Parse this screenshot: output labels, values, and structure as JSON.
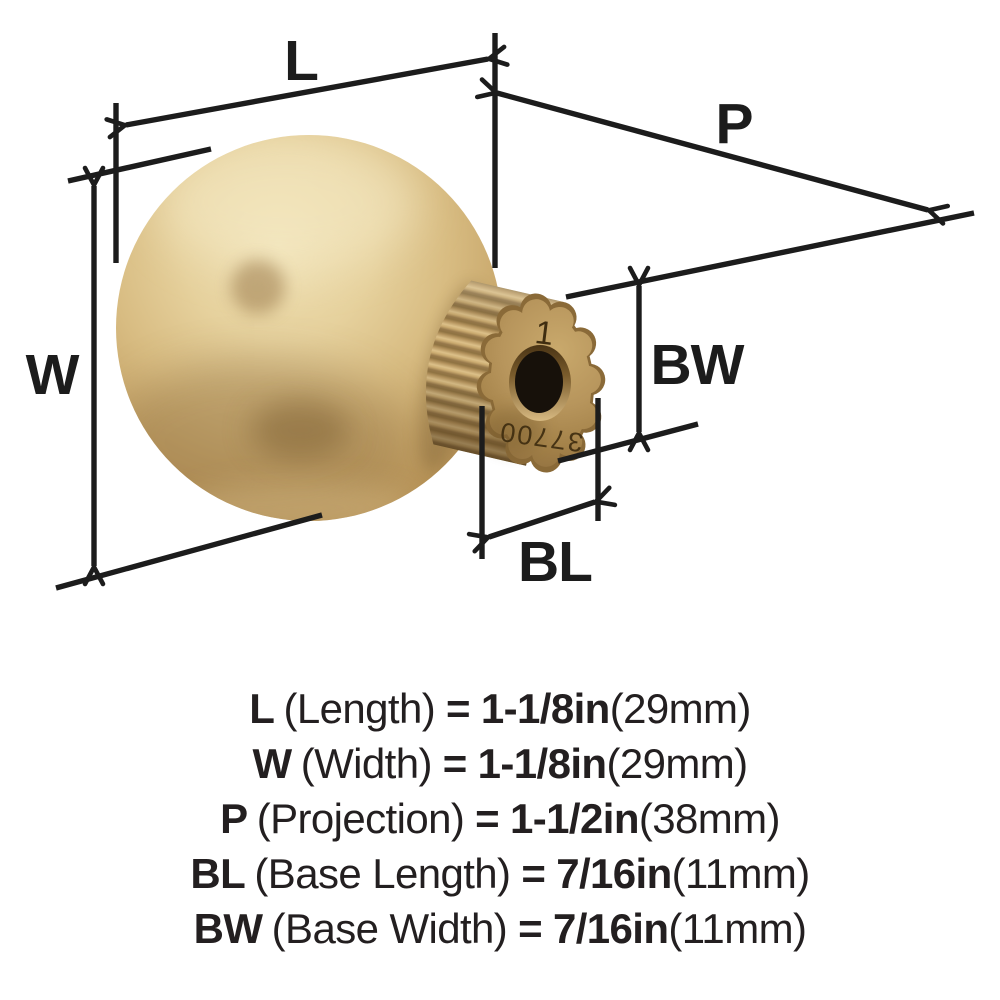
{
  "diagram": {
    "labels": {
      "length": "L",
      "width": "W",
      "projection": "P",
      "base_width": "BW",
      "base_length": "BL"
    },
    "markings": {
      "face_number": "1",
      "model_number": "37700"
    },
    "colors": {
      "line": "#1c1c1c",
      "brass_highlight": "#efe0b4",
      "brass_mid": "#d2b47a",
      "brass_shadow": "#9a7641",
      "base_face": "#b6945a",
      "hole": "#17110a",
      "text": "#231f20"
    }
  },
  "specs": [
    {
      "abbr": "L",
      "name": "(Length)",
      "eq": "=",
      "imperial": "1-1/8in",
      "metric": "(29mm)"
    },
    {
      "abbr": "W",
      "name": "(Width)",
      "eq": "=",
      "imperial": "1-1/8in",
      "metric": "(29mm)"
    },
    {
      "abbr": "P",
      "name": "(Projection)",
      "eq": "=",
      "imperial": "1-1/2in",
      "metric": "(38mm)"
    },
    {
      "abbr": "BL",
      "name": "(Base Length)",
      "eq": "=",
      "imperial": "7/16in",
      "metric": "(11mm)"
    },
    {
      "abbr": "BW",
      "name": "(Base Width)",
      "eq": "=",
      "imperial": "7/16in",
      "metric": "(11mm)"
    }
  ]
}
